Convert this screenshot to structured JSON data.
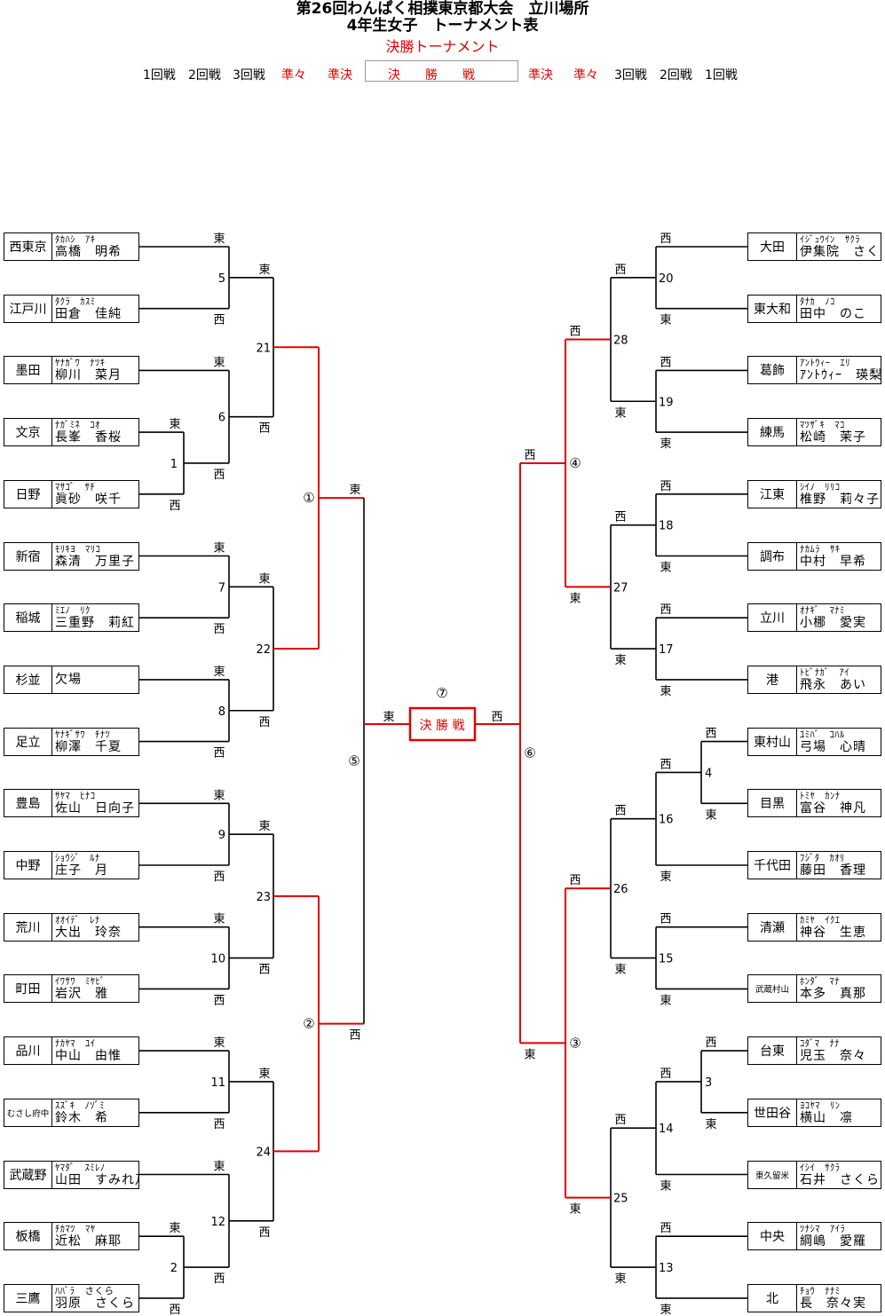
{
  "header": {
    "title_line1": "第26回わんぱく相撲東京都大会　立川場所",
    "title_line2": "4年生女子　トーナメント表",
    "subtitle": "決勝トーナメント"
  },
  "round_labels": {
    "left_r1": "1回戦",
    "left_r2": "2回戦",
    "left_r3": "3回戦",
    "left_qf": "準々",
    "left_sf": "準決",
    "final": "決　　勝　　戦",
    "right_sf": "準決",
    "right_qf": "準々",
    "right_r3": "3回戦",
    "right_r2": "2回戦",
    "right_r1": "1回戦"
  },
  "colors": {
    "winner_line": "#e00000",
    "line": "#000000",
    "label_red": "#e00000"
  },
  "final_box_label": "決 勝 戦",
  "left_teams": [
    {
      "ward": "西東京",
      "kana": "ﾀｶﾊｼ　ｱｷ",
      "name": "高橋　明希"
    },
    {
      "ward": "江戸川",
      "kana": "ﾀｸﾗ　ｶｽﾐ",
      "name": "田倉　佳純"
    },
    {
      "ward": "墨田",
      "kana": "ﾔﾅｶﾞﾜ　ﾅﾂｷ",
      "name": "柳川　菜月"
    },
    {
      "ward": "文京",
      "kana": "ﾅｶﾞﾐﾈ　ｺｵ",
      "name": "長峯　香桜"
    },
    {
      "ward": "日野",
      "kana": "ﾏｻｺﾞ　ｻﾁ",
      "name": "眞砂　咲千"
    },
    {
      "ward": "新宿",
      "kana": "ﾓﾘｷﾖ　ﾏﾘｺ",
      "name": "森清　万里子"
    },
    {
      "ward": "稲城",
      "kana": "ﾐｴﾉ　ﾘｸ",
      "name": "三重野　莉紅"
    },
    {
      "ward": "杉並",
      "kana": "",
      "name": "欠場"
    },
    {
      "ward": "足立",
      "kana": "ﾔﾅｷﾞｻﾜ　ﾁﾅﾂ",
      "name": "柳澤　千夏"
    },
    {
      "ward": "豊島",
      "kana": "ｻﾔﾏ　ﾋﾅｺ",
      "name": "佐山　日向子"
    },
    {
      "ward": "中野",
      "kana": "ｼｮｳｼﾞ　ﾙﾅ",
      "name": "庄子　月"
    },
    {
      "ward": "荒川",
      "kana": "ｵｵｲﾃﾞ　ﾚﾅ",
      "name": "大出　玲奈"
    },
    {
      "ward": "町田",
      "kana": "ｲﾜｻﾜ　ﾐﾔﾋﾞ",
      "name": "岩沢　雅"
    },
    {
      "ward": "品川",
      "kana": "ﾅｶﾔﾏ　ﾕｲ",
      "name": "中山　由惟"
    },
    {
      "ward": "むさし府中",
      "kana": "ｽｽﾞｷ　ﾉｿﾞﾐ",
      "name": "鈴木　希"
    },
    {
      "ward": "武蔵野",
      "kana": "ﾔﾏﾀﾞ　ｽﾐﾚﾉ",
      "name": "山田　すみれ乃"
    },
    {
      "ward": "板橋",
      "kana": "ﾁｶﾏﾂ　ﾏﾔ",
      "name": "近松　麻耶"
    },
    {
      "ward": "三鷹",
      "kana": "ﾊﾊﾞﾗ　さくら",
      "name": "羽原　さくら"
    }
  ],
  "right_teams": [
    {
      "ward": "大田",
      "kana": "ｲｼﾞｭｳｲﾝ　ｻｸﾗ",
      "name": "伊集院　さくら"
    },
    {
      "ward": "東大和",
      "kana": "ﾀﾅｶ　ﾉｺ",
      "name": "田中　のこ"
    },
    {
      "ward": "葛飾",
      "kana": "ｱﾝﾄｳｨｰ　ｴﾘ",
      "name": "ｱﾝﾄｳｨｰ　瑛梨"
    },
    {
      "ward": "練馬",
      "kana": "ﾏﾂｻﾞｷ　ﾏｺ",
      "name": "松崎　茉子"
    },
    {
      "ward": "江東",
      "kana": "ｼｲﾉ　ﾘﾘｺ",
      "name": "椎野　莉々子"
    },
    {
      "ward": "調布",
      "kana": "ﾅｶﾑﾗ　ｻｷ",
      "name": "中村　早希"
    },
    {
      "ward": "立川",
      "kana": "ｵﾅｷﾞ　ﾏﾅﾐ",
      "name": "小梛　愛実"
    },
    {
      "ward": "港",
      "kana": "ﾄﾋﾞﾅｶﾞ　ｱｲ",
      "name": "飛永　あい"
    },
    {
      "ward": "東村山",
      "kana": "ﾕﾐﾊﾞ　ｺﾊﾙ",
      "name": "弓場　心晴"
    },
    {
      "ward": "目黒",
      "kana": "ﾄﾐﾔ　ｶﾝﾅ",
      "name": "富谷　神凡"
    },
    {
      "ward": "千代田",
      "kana": "ﾌｼﾞﾀ　ｶｵﾘ",
      "name": "藤田　香理"
    },
    {
      "ward": "清瀬",
      "kana": "ｶﾐﾔ　ｲｸｴ",
      "name": "神谷　生恵"
    },
    {
      "ward": "武蔵村山",
      "kana": "ﾎﾝﾀﾞ　ﾏﾅ",
      "name": "本多　真那"
    },
    {
      "ward": "台東",
      "kana": "ｺﾀﾞﾏ　ﾅﾅ",
      "name": "児玉　奈々"
    },
    {
      "ward": "世田谷",
      "kana": "ﾖｺﾔﾏ　ﾘﾝ",
      "name": "横山　凛"
    },
    {
      "ward": "東久留米",
      "kana": "ｲｼｲ　ｻｸﾗ",
      "name": "石井　さくら"
    },
    {
      "ward": "中央",
      "kana": "ﾂﾅｼﾏ　ｱｲﾗ",
      "name": "綱嶋　愛羅"
    },
    {
      "ward": "北",
      "kana": "ﾁｮｳ　ﾅﾅﾐ",
      "name": "長　奈々実"
    }
  ],
  "match_labels": [
    {
      "text": "5"
    },
    {
      "text": "6"
    },
    {
      "text": "1"
    },
    {
      "text": "21"
    },
    {
      "text": "7"
    },
    {
      "text": "8"
    },
    {
      "text": "22"
    },
    {
      "text": "9"
    },
    {
      "text": "10"
    },
    {
      "text": "23"
    },
    {
      "text": "11"
    },
    {
      "text": "12"
    },
    {
      "text": "2"
    },
    {
      "text": "24"
    },
    {
      "text": "①"
    },
    {
      "text": "②"
    },
    {
      "text": "⑤"
    },
    {
      "text": "⑦"
    },
    {
      "text": "⑥"
    },
    {
      "text": "④"
    },
    {
      "text": "③"
    },
    {
      "text": "20"
    },
    {
      "text": "19"
    },
    {
      "text": "28"
    },
    {
      "text": "18"
    },
    {
      "text": "17"
    },
    {
      "text": "27"
    },
    {
      "text": "4"
    },
    {
      "text": "16"
    },
    {
      "text": "15"
    },
    {
      "text": "26"
    },
    {
      "text": "3"
    },
    {
      "text": "14"
    },
    {
      "text": "13"
    },
    {
      "text": "25"
    }
  ],
  "side_labels": {
    "east": "東",
    "west": "西"
  }
}
